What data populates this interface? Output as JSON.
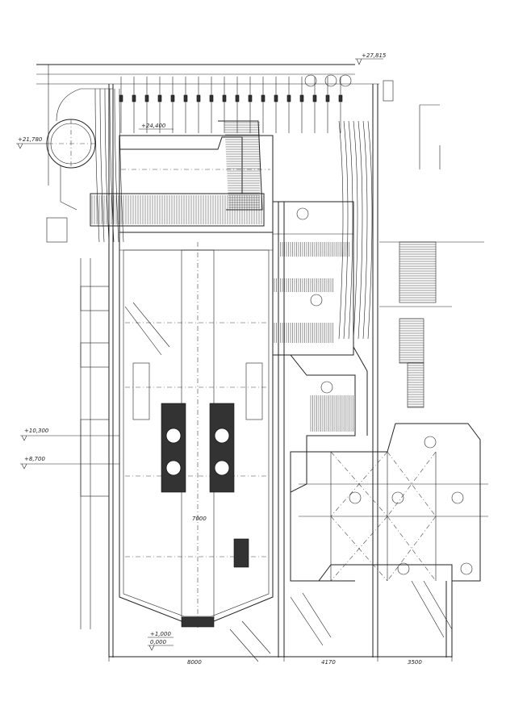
{
  "drawing": {
    "title": "Boiler general arrangement – side section",
    "elevations": {
      "top": "+27,815",
      "drum": "+21,780",
      "upper_pass": "+24,400",
      "burner_upper": "+10,300",
      "burner_lower": "+8,700",
      "hopper": "+1,000",
      "ground": "0,000"
    },
    "dimensions": {
      "furnace_width": "8000",
      "second_pass_width": "4170",
      "air_heater_width": "3500",
      "furnace_inner": "7000"
    },
    "colors": {
      "line": "#222222",
      "background": "#ffffff"
    }
  }
}
